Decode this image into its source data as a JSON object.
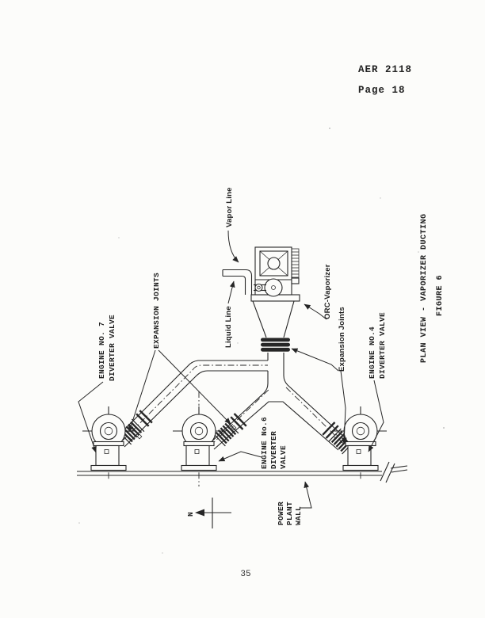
{
  "header": {
    "doc_ref": "AER 2118",
    "page_ref": "Page 18"
  },
  "caption": {
    "title": "PLAN VIEW - VAPORIZER DUCTING",
    "figure": "FIGURE 6"
  },
  "diagram_labels": {
    "vapor_line": "Vapor Line",
    "liquid_line": "Liquid Line",
    "orc_vaporizer": "ORC-Vaporizer",
    "expansion_joints_typed": "EXPANSION JOINTS",
    "expansion_joints_hand": "Expansion Joints",
    "engine7": {
      "line1": "ENGINE NO. 7",
      "line2": "DIVERTER VALVE"
    },
    "engine6": {
      "line1": "ENGINE No.6",
      "line2": "DIVERTER",
      "line3": "VALVE"
    },
    "engine4": {
      "line1": "ENGINE NO.4",
      "line2": "DIVERTER VALVE"
    },
    "wall": {
      "line1": "POWER",
      "line2": "PLANT",
      "line3": "WALL"
    },
    "north_label": "N"
  },
  "footer": {
    "page_number": "35"
  },
  "colors": {
    "ink": "#262626",
    "paper": "#fcfcfa"
  }
}
